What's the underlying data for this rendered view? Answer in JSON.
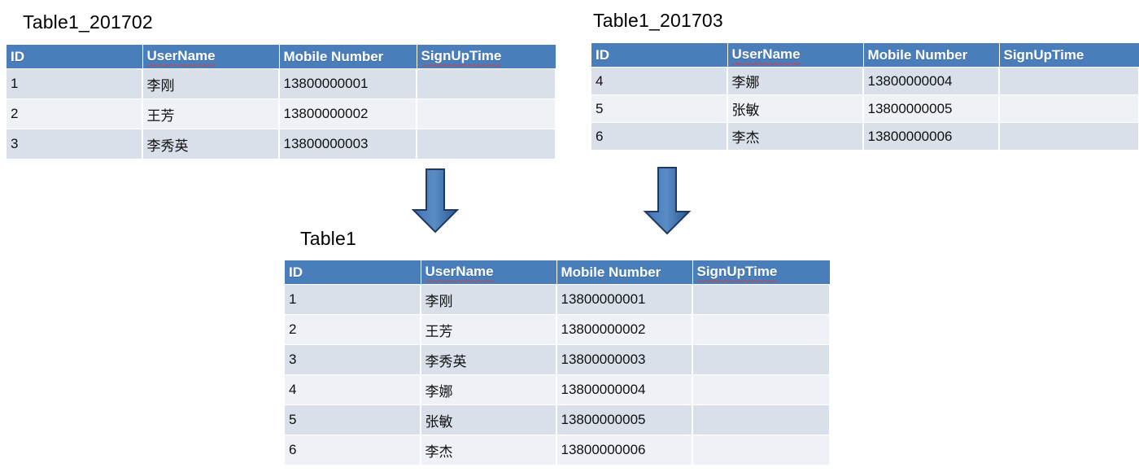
{
  "theme": {
    "header_bg": "#4a7ebb",
    "header_text": "#ffffff",
    "row_odd_bg": "#d9e0e9",
    "row_even_bg": "#eef1f6",
    "cell_text": "#101010",
    "title_text": "#000000",
    "arrow_fill": "#4a7ebb",
    "arrow_stroke": "#1f3864",
    "spellcheck_underline": "#e03a3a",
    "page_bg": "#ffffff"
  },
  "columns": [
    "ID",
    "UserName",
    "Mobile Number",
    "SignUpTime"
  ],
  "tables": {
    "source_left": {
      "title": "Table1_201702",
      "columns": [
        "ID",
        "UserName",
        "Mobile Number",
        "SignUpTime"
      ],
      "rows": [
        {
          "id": "1",
          "username": "李刚",
          "mobile": "13800000001",
          "signuptime": ""
        },
        {
          "id": "2",
          "username": "王芳",
          "mobile": "13800000002",
          "signuptime": ""
        },
        {
          "id": "3",
          "username": "李秀英",
          "mobile": "13800000003",
          "signuptime": ""
        }
      ]
    },
    "source_right": {
      "title": "Table1_201703",
      "columns": [
        "ID",
        "UserName",
        "Mobile Number",
        "SignUpTime"
      ],
      "rows": [
        {
          "id": "4",
          "username": "李娜",
          "mobile": "13800000004",
          "signuptime": ""
        },
        {
          "id": "5",
          "username": "张敏",
          "mobile": "13800000005",
          "signuptime": ""
        },
        {
          "id": "6",
          "username": "李杰",
          "mobile": "13800000006",
          "signuptime": ""
        }
      ]
    },
    "merged": {
      "title": "Table1",
      "columns": [
        "ID",
        "UserName",
        "Mobile Number",
        "SignUpTime"
      ],
      "rows": [
        {
          "id": "1",
          "username": "李刚",
          "mobile": "13800000001",
          "signuptime": ""
        },
        {
          "id": "2",
          "username": "王芳",
          "mobile": "13800000002",
          "signuptime": ""
        },
        {
          "id": "3",
          "username": "李秀英",
          "mobile": "13800000003",
          "signuptime": ""
        },
        {
          "id": "4",
          "username": "李娜",
          "mobile": "13800000004",
          "signuptime": ""
        },
        {
          "id": "5",
          "username": "张敏",
          "mobile": "13800000005",
          "signuptime": ""
        },
        {
          "id": "6",
          "username": "李杰",
          "mobile": "13800000006",
          "signuptime": ""
        }
      ]
    }
  },
  "arrows": [
    {
      "name": "merge-arrow-left",
      "direction": "down"
    },
    {
      "name": "merge-arrow-right",
      "direction": "down"
    }
  ]
}
